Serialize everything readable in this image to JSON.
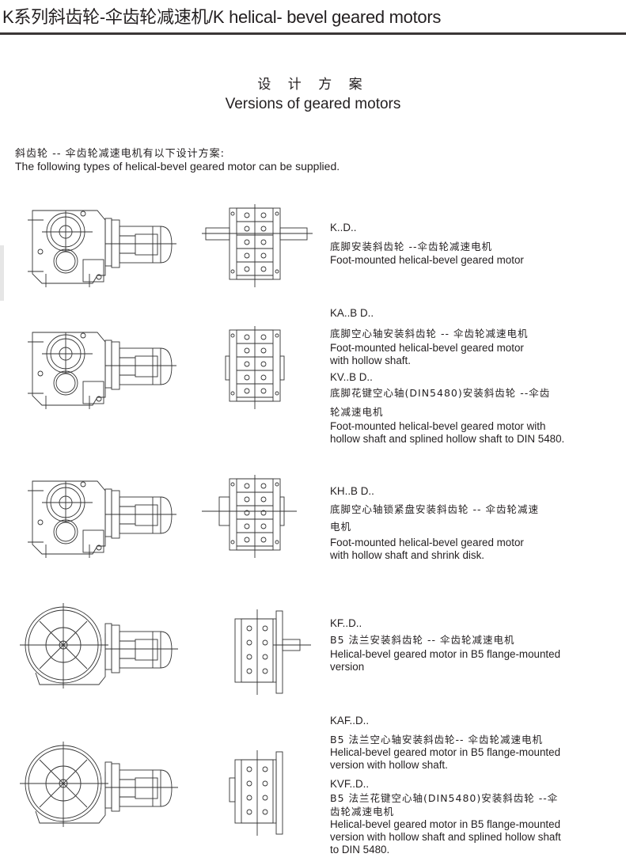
{
  "header": {
    "title": "K系列斜齿轮-伞齿轮减速机/K helical- bevel geared motors"
  },
  "section": {
    "title_cn": "设 计 方 案",
    "title_en": "Versions of geared motors"
  },
  "intro": {
    "cn": "斜齿轮 --  伞齿轮减速电机有以下设计方案:",
    "en": "The following types of helical-bevel geared motor can be supplied."
  },
  "versions": [
    {
      "code": "K..D..",
      "lines": [
        "底脚安装斜齿轮 --伞齿轮减速电机",
        "Foot-mounted helical-bevel geared motor"
      ]
    },
    {
      "code": "KA..B D..",
      "lines": [
        "底脚空心轴安装斜齿轮 -- 伞齿轮减速电机",
        "Foot-mounted helical-bevel geared motor",
        "with hollow shaft."
      ]
    },
    {
      "code": "KV..B D..",
      "lines": [
        "底脚花键空心轴(DIN5480)安装斜齿轮 --伞齿",
        "轮减速电机",
        "Foot-mounted helical-bevel geared motor with",
        "hollow shaft and splined hollow shaft to DIN 5480."
      ]
    },
    {
      "code": "KH..B D..",
      "lines": [
        "底脚空心轴锁紧盘安装斜齿轮 -- 伞齿轮减速",
        "电机",
        "Foot-mounted helical-bevel geared motor",
        "with hollow shaft and shrink disk."
      ]
    },
    {
      "code": "KF..D..",
      "lines": [
        "B5 法兰安装斜齿轮 -- 伞齿轮减速电机",
        "Helical-bevel geared motor in B5 flange-mounted",
        "version"
      ]
    },
    {
      "code": "KAF..D..",
      "lines": [
        "B5 法兰空心轴安装斜齿轮-- 伞齿轮减速电机",
        "Helical-bevel geared motor in B5 flange-mounted",
        " version with hollow shaft."
      ]
    },
    {
      "code": "KVF..D..",
      "lines": [
        "B5 法兰花键空心轴(DIN5480)安装斜齿轮 --伞",
        "齿轮减速电机",
        "Helical-bevel geared motor in B5 flange-mounted",
        "version with hollow shaft and splined hollow shaft",
        "to DIN 5480."
      ]
    }
  ]
}
